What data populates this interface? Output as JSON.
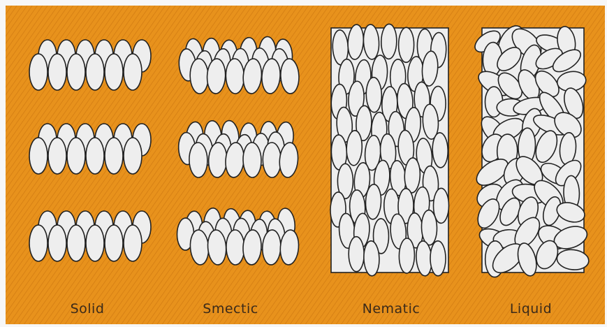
{
  "colors": {
    "background_orange": "#e8921c",
    "page_background": "#f7f7f7",
    "molecule_fill": "#eeeeee",
    "molecule_outline": "#222222",
    "label_text": "#3a2a1a"
  },
  "phases": [
    {
      "id": "solid",
      "label": "Solid",
      "arrangement": "ordered layers, aligned orientation"
    },
    {
      "id": "smectic",
      "label": "Smectic",
      "arrangement": "layers, slightly disordered"
    },
    {
      "id": "nematic",
      "label": "Nematic",
      "arrangement": "aligned orientation, no layers"
    },
    {
      "id": "liquid",
      "label": "Liquid",
      "arrangement": "random orientation and position"
    }
  ]
}
